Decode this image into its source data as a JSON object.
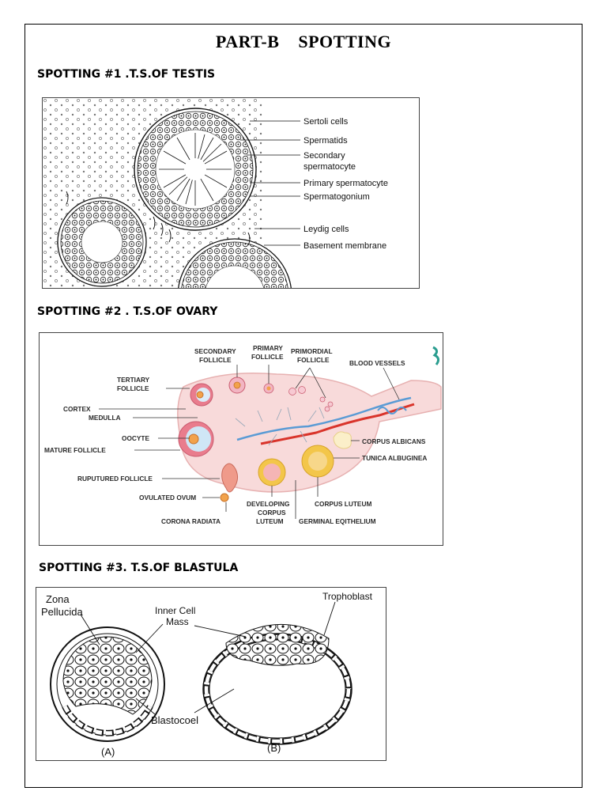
{
  "page": {
    "title": "PART-B    SPOTTING"
  },
  "spotting1": {
    "heading": "SPOTTING #1 .T.S.OF TESTIS",
    "labels": {
      "sertoli": "Sertoli cells",
      "spermatids": "Spermatids",
      "secondary_1": "Secondary",
      "secondary_2": "spermatocyte",
      "primary": "Primary spermatocyte",
      "spermatogonium": "Spermatogonium",
      "leydig": "Leydig cells",
      "basement": "Basement membrane"
    }
  },
  "spotting2": {
    "heading": "SPOTTING #2 . T.S.OF OVARY",
    "labels": {
      "secondary_1": "SECONDARY",
      "secondary_2": "FOLLICLE",
      "primary_1": "PRIMARY",
      "primary_2": "FOLLICLE",
      "primordial_1": "PRIMORDIAL",
      "primordial_2": "FOLLICLE",
      "blood_vessels": "BLOOD VESSELS",
      "tertiary_1": "TERTIARY",
      "tertiary_2": "FOLLICLE",
      "cortex": "CORTEX",
      "medulla": "MEDULLA",
      "oocyte": "OOCYTE",
      "mature_follicle": "MATURE FOLLICLE",
      "corpus_albicans": "CORPUS ALBICANS",
      "tunica_albuginea": "TUNICA ALBUGINEA",
      "ruptured_follicle": "RUPUTURED FOLLICLE",
      "ovulated_ovum": "OVULATED OVUM",
      "corona_radiata": "CORONA RADIATA",
      "developing_1": "DEVELOPING",
      "developing_2": "CORPUS",
      "developing_3": "LUTEUM",
      "corpus_luteum": "CORPUS LUTEUM",
      "germinal": "GERMINAL EQITHELIUM"
    },
    "colors": {
      "stroma": "#f8dada",
      "vessel_red": "#d9342b",
      "vessel_blue": "#5a9bd5",
      "luteum": "#f3c64a",
      "teal": "#2a9d8f"
    }
  },
  "spotting3": {
    "heading": "SPOTTING #3. T.S.OF BLASTULA",
    "labels": {
      "zona_1": "Zona",
      "zona_2": "Pellucida",
      "icm_1": "Inner Cell",
      "icm_2": "Mass",
      "trophoblast": "Trophoblast",
      "blastocoel": "Blastocoel",
      "fig_a": "(A)",
      "fig_b": "(B)"
    }
  }
}
